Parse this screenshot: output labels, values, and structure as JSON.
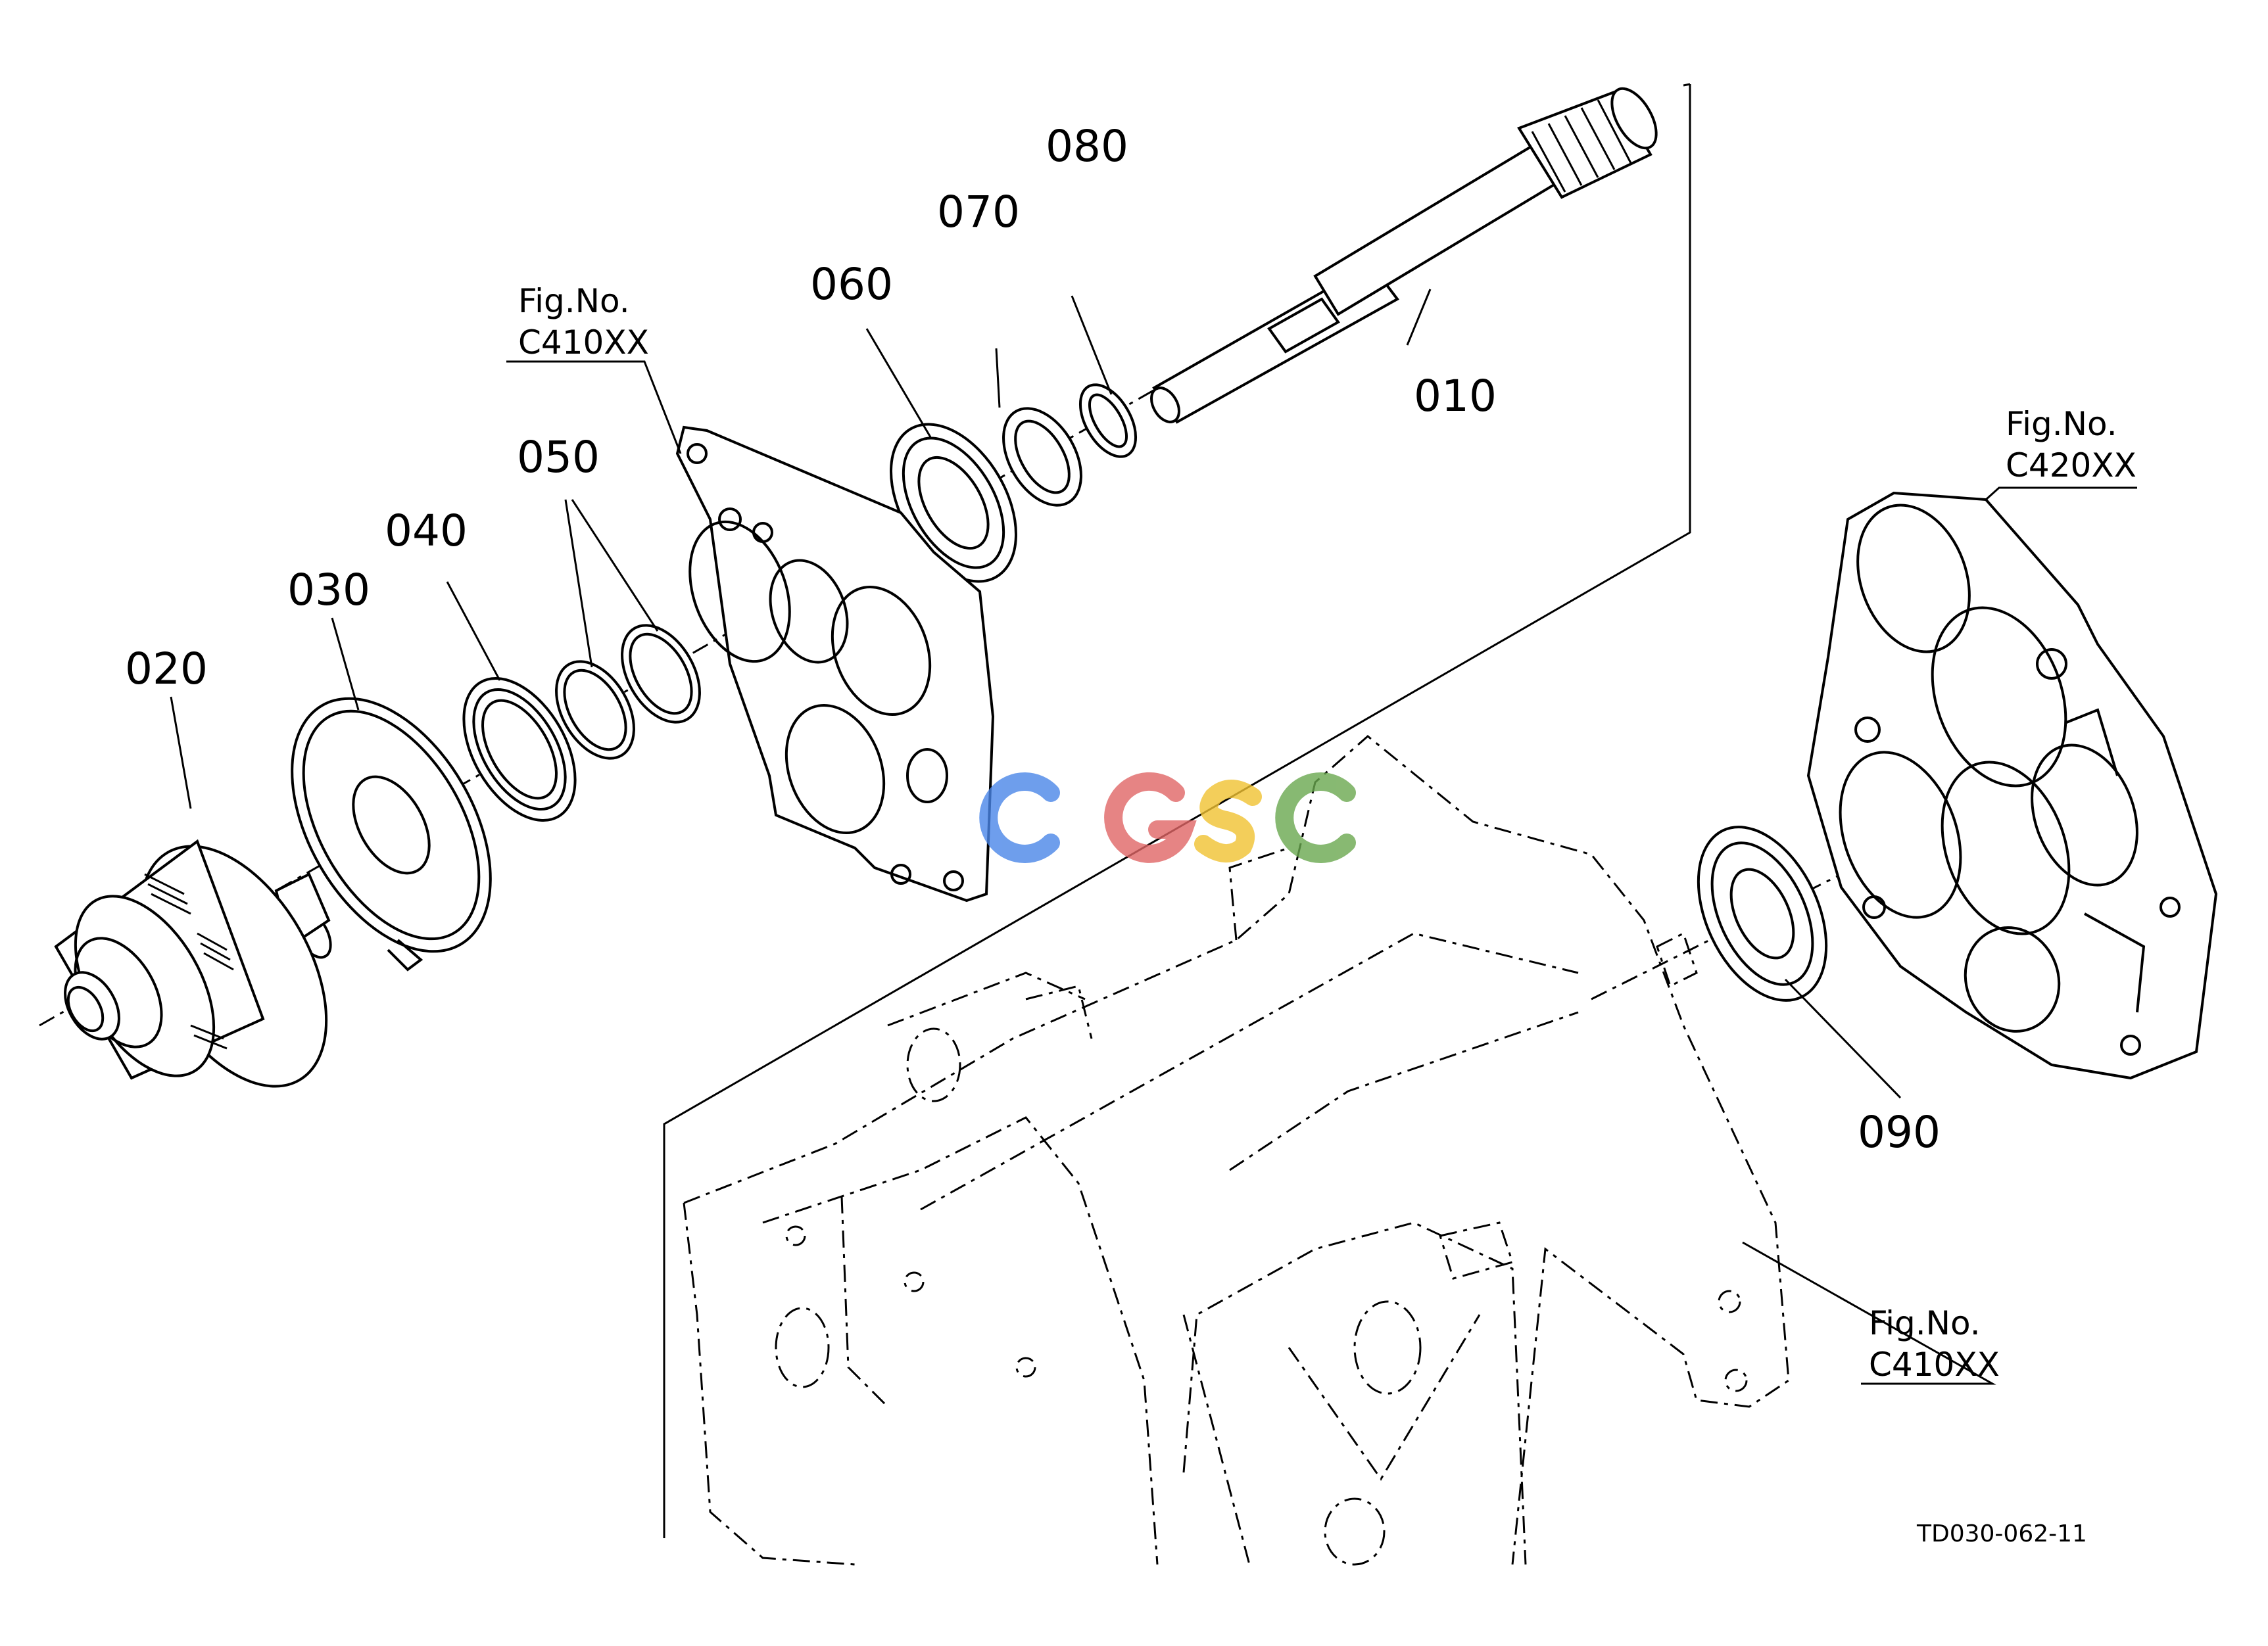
{
  "parts": [
    {
      "id": "p010",
      "label": "010"
    },
    {
      "id": "p020",
      "label": "020"
    },
    {
      "id": "p030",
      "label": "030"
    },
    {
      "id": "p040",
      "label": "040"
    },
    {
      "id": "p050",
      "label": "050"
    },
    {
      "id": "p060",
      "label": "060"
    },
    {
      "id": "p070",
      "label": "070"
    },
    {
      "id": "p080",
      "label": "080"
    },
    {
      "id": "p090",
      "label": "090"
    }
  ],
  "figure_refs": [
    {
      "id": "ref-top",
      "line1": "Fig.No.",
      "line2": "C410XX"
    },
    {
      "id": "ref-right",
      "line1": "Fig.No.",
      "line2": "C420XX"
    },
    {
      "id": "ref-bottom",
      "line1": "Fig.No.",
      "line2": "C410XX"
    }
  ],
  "drawing_code": "TD030-062-11",
  "watermark": {
    "text": "CGSC",
    "colors": [
      "#4a86e8",
      "#e06666",
      "#f1c232",
      "#6aa84f"
    ]
  }
}
